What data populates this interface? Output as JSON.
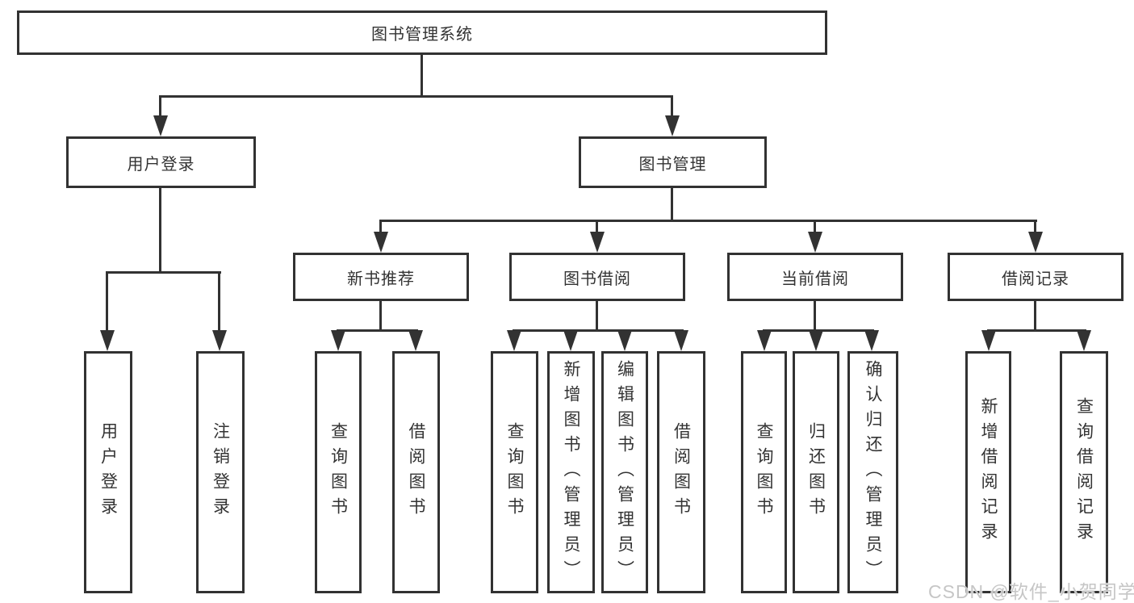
{
  "root": {
    "label": "图书管理系统",
    "children": [
      {
        "label": "用户登录",
        "children": [
          {
            "label": "用户登录"
          },
          {
            "label": "注销登录"
          }
        ]
      },
      {
        "label": "图书管理",
        "children": [
          {
            "label": "新书推荐",
            "children": [
              {
                "label": "查询图书"
              },
              {
                "label": "借阅图书"
              }
            ]
          },
          {
            "label": "图书借阅",
            "children": [
              {
                "label": "查询图书"
              },
              {
                "label": "新增图书（管理员）"
              },
              {
                "label": "编辑图书（管理员）"
              },
              {
                "label": "借阅图书"
              }
            ]
          },
          {
            "label": "当前借阅",
            "children": [
              {
                "label": "查询图书"
              },
              {
                "label": "归还图书"
              },
              {
                "label": "确认归还（管理员）"
              }
            ]
          },
          {
            "label": "借阅记录",
            "children": [
              {
                "label": "新增借阅记录"
              },
              {
                "label": "查询借阅记录"
              }
            ]
          }
        ]
      }
    ]
  },
  "watermark": {
    "text": "CSDN @软件_小贺同学"
  },
  "colors": {
    "line": "#323232",
    "text": "#333333",
    "background": "#ffffff",
    "watermark": "#c3c3c3"
  }
}
